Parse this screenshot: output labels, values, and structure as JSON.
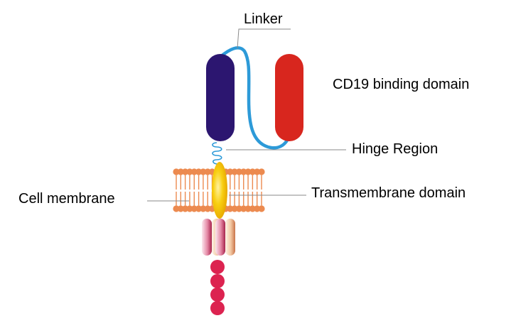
{
  "labels": {
    "linker": "Linker",
    "cd19_binding_domain": "CD19 binding domain",
    "hinge_region": "Hinge Region",
    "transmembrane_domain": "Transmembrane domain",
    "cell_membrane": "Cell membrane"
  },
  "colors": {
    "vh_domain": "#2c1670",
    "vl_domain": "#d8261e",
    "linker": "#2d9ad8",
    "hinge": "#2d9ad8",
    "lipid": "#ec8a4f",
    "transmembrane": "#f5c000",
    "costim_pink": "#e58aa6",
    "costim_peach": "#f3c8a2",
    "signal_beads": "#dc2350",
    "leader_lines": "#8a8a8a"
  }
}
